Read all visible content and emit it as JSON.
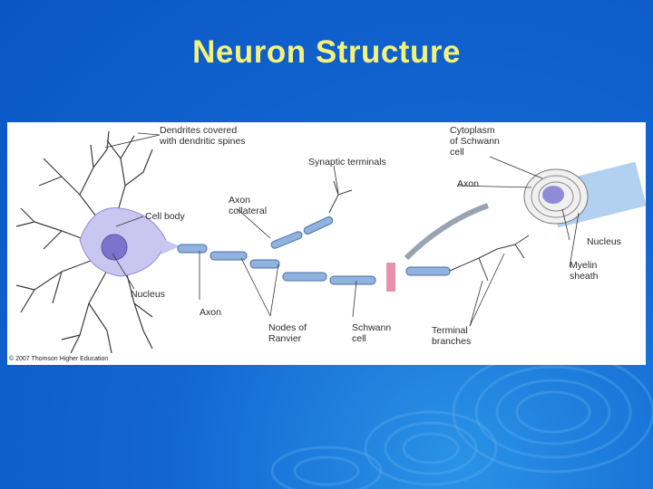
{
  "slide": {
    "title": "Neuron Structure"
  },
  "figure": {
    "labels": {
      "dendrites": "Dendrites covered\nwith dendritic spines",
      "cytoplasm": "Cytoplasm\nof Schwann\ncell",
      "synaptic_terminals": "Synaptic terminals",
      "axon_inset": "Axon",
      "axon_collateral": "Axon\ncollateral",
      "cell_body": "Cell body",
      "nucleus_inset": "Nucleus",
      "myelin_sheath": "Myelin\nsheath",
      "nucleus": "Nucleus",
      "axon": "Axon",
      "nodes_of_ranvier": "Nodes of\nRanvier",
      "schwann_cell": "Schwann\ncell",
      "terminal_branches": "Terminal\nbranches"
    },
    "copyright": "© 2007 Thomson Higher Education"
  },
  "colors": {
    "background": "#0a56c4",
    "title": "#f4f27a",
    "cell": "#c9c6f0",
    "myelin": "#8fb2de",
    "node_marker": "#e57ca0"
  }
}
